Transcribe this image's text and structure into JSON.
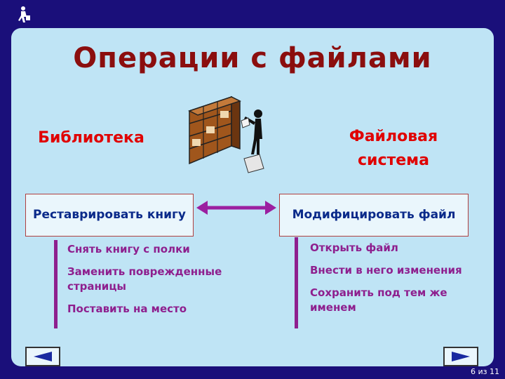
{
  "slide": {
    "title": "Операции с файлами",
    "left_heading": "Библиотека",
    "right_heading": "Файловая система",
    "left_box": "Реставрировать книгу",
    "right_box": "Модифицировать файл",
    "left_steps": [
      "Снять книгу с полки",
      "Заменить поврежденные страницы",
      "Поставить на место"
    ],
    "right_steps": [
      "Открыть файл",
      "Внести в него изменения",
      "Сохранить под тем же именем"
    ]
  },
  "navigation": {
    "page_indicator": "6 из 11"
  },
  "colors": {
    "background": "#1a0f7a",
    "slide": "#bfe4f5",
    "title": "#8b0e0e",
    "heading": "#e00000",
    "box_text": "#0a2a8a",
    "steps": "#8e1f8e",
    "arrow": "#9b1fa0",
    "nav_arrow": "#1a2aa0"
  },
  "icons": {
    "corner": "walking-man-icon",
    "illustration": "bookshelf-clipart",
    "prev": "arrow-left-icon",
    "next": "arrow-right-icon"
  }
}
